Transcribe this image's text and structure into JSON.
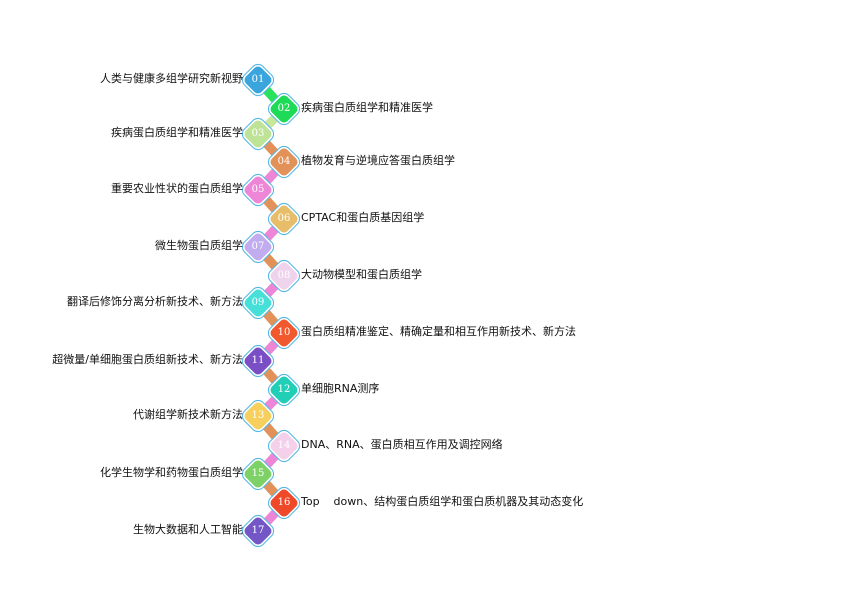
{
  "timeline": {
    "items": [
      {
        "number": "01",
        "label": "人类与健康多组学研究新视野",
        "color": "#3aa5dc"
      },
      {
        "number": "02",
        "label": "疾病蛋白质组学和精准医学",
        "color": "#1ddb57"
      },
      {
        "number": "03",
        "label": "疾病蛋白质组学和精准医学",
        "color": "#bfe396"
      },
      {
        "number": "04",
        "label": "植物发育与逆境应答蛋白质组学",
        "color": "#e29158"
      },
      {
        "number": "05",
        "label": "重要农业性状的蛋白质组学",
        "color": "#ee86d7"
      },
      {
        "number": "06",
        "label": "CPTAC和蛋白质基因组学",
        "color": "#e7bd6a"
      },
      {
        "number": "07",
        "label": "微生物蛋白质组学",
        "color": "#c0acef"
      },
      {
        "number": "08",
        "label": "大动物模型和蛋白质组学",
        "color": "#efd3ec"
      },
      {
        "number": "09",
        "label": "翻译后修饰分离分析新技术、新方法",
        "color": "#46e0d8"
      },
      {
        "number": "10",
        "label": "蛋白质组精准鉴定、精确定量和相互作用新技术、新方法",
        "color": "#f2582d"
      },
      {
        "number": "11",
        "label": "超微量/单细胞蛋白质组新技术、新方法",
        "color": "#7a4fc6"
      },
      {
        "number": "12",
        "label": "单细胞RNA测序",
        "color": "#21cfb6"
      },
      {
        "number": "13",
        "label": "代谢组学新技术新方法",
        "color": "#f6cf5d"
      },
      {
        "number": "14",
        "label": "DNA、RNA、蛋白质相互作用及调控网络",
        "color": "#f4d0ea"
      },
      {
        "number": "15",
        "label": "化学生物学和药物蛋白质组学",
        "color": "#7dd166"
      },
      {
        "number": "16",
        "label": "Top    down、结构蛋白质组学和蛋白质机器及其动态变化",
        "color": "#f0492a"
      },
      {
        "number": "17",
        "label": "生物大数据和人工智能",
        "color": "#7357c6"
      }
    ],
    "connector_colors": [
      "#27e25a",
      "#c9e79a",
      "#e29158",
      "#ee86d7",
      "#e29158",
      "#ee86d7",
      "#e29158",
      "#ee86d7",
      "#e29158",
      "#ee86d7",
      "#e29158",
      "#ee86d7",
      "#e29158",
      "#ee86d7",
      "#e29158",
      "#ee86d7"
    ]
  }
}
